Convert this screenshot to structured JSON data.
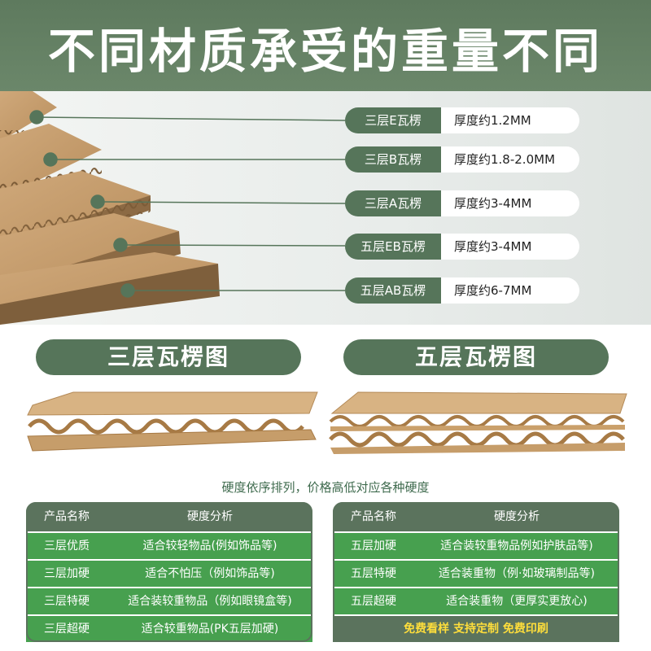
{
  "banner": {
    "title": "不同材质承受的重量不同"
  },
  "specs": [
    {
      "name": "三层E瓦楞",
      "value": "厚度约1.2MM"
    },
    {
      "name": "三层B瓦楞",
      "value": "厚度约1.8-2.0MM"
    },
    {
      "name": "三层A瓦楞",
      "value": "厚度约3-4MM"
    },
    {
      "name": "五层EB瓦楞",
      "value": "厚度约3-4MM"
    },
    {
      "name": "五层AB瓦楞",
      "value": "厚度约6-7MM"
    }
  ],
  "diagrams": {
    "three_layer": "三层瓦楞图",
    "five_layer": "五层瓦楞图"
  },
  "note": "硬度依序排列，价格高低对应各种硬度",
  "left_table": {
    "headers": [
      "产品名称",
      "硬度分析"
    ],
    "rows": [
      [
        "三层优质",
        "适合较轻物品(例如饰品等)"
      ],
      [
        "三层加硬",
        "适合不怕压（例如饰品等)"
      ],
      [
        "三层特硬",
        "适合装较重物品（例如眼镜盒等)"
      ],
      [
        "三层超硬",
        "适合较重物品(PK五层加硬)"
      ]
    ]
  },
  "right_table": {
    "headers": [
      "产品名称",
      "硬度分析"
    ],
    "rows": [
      [
        "五层加硬",
        "适合装较重物品例如护肤品等)"
      ],
      [
        "五层特硬",
        "适合装重物（例·如玻璃制品等)"
      ],
      [
        "五层超硬",
        "适合装重物（更厚实更放心)"
      ]
    ],
    "footer": "免费看样  支持定制  免费印刷"
  },
  "colors": {
    "accent_green": "#56755a",
    "row_green": "#47a04f",
    "footer_text": "#ffde3b",
    "cardboard": "#c9a574"
  }
}
